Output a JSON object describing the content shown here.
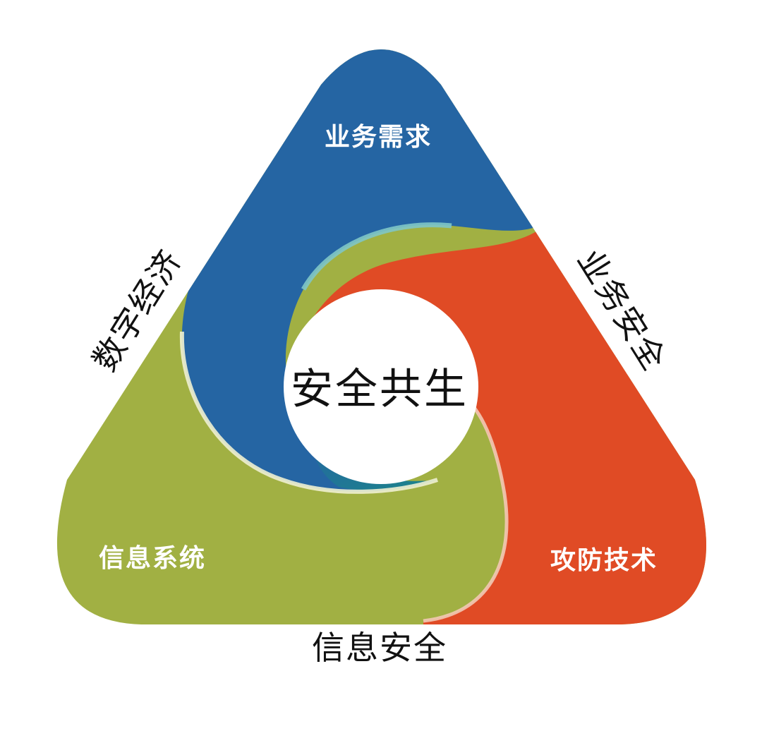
{
  "segments": {
    "top": {
      "label": "业务需求",
      "color": "#2565a3"
    },
    "right": {
      "label": "攻防技术",
      "color": "#e04b25"
    },
    "left": {
      "label": "信息系统",
      "color": "#a1b043"
    }
  },
  "sides": {
    "left": "数字经济",
    "right": "业务安全",
    "bottom": "信息安全"
  },
  "center": {
    "label": "安全共生"
  }
}
